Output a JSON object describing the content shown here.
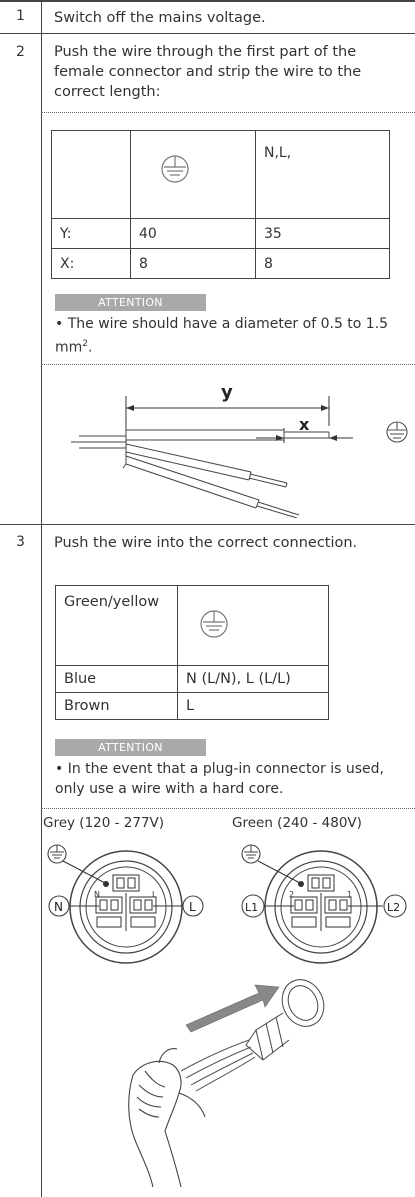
{
  "steps": [
    {
      "number": "1",
      "text": "Switch off the mains voltage."
    },
    {
      "number": "2",
      "text": "Push the wire through the first part of the female connector and strip the wire to the correct length:",
      "table": {
        "header_col3": "N,L,",
        "rows": [
          {
            "label": "Y:",
            "earth": "40",
            "nl": "35"
          },
          {
            "label": "X:",
            "earth": "8",
            "nl": "8"
          }
        ]
      },
      "attention_label": "ATTENTION",
      "attention_text": "The wire should have a diameter of 0.5 to 1.5 mm",
      "attention_sup": "2",
      "attention_end": ".",
      "diagram": {
        "y_label": "y",
        "x_label": "x"
      }
    },
    {
      "number": "3",
      "text": "Push the wire into the correct connection.",
      "table": {
        "rows": [
          {
            "color": "Green/yellow",
            "connection": ""
          },
          {
            "color": "Blue",
            "connection": "N (L/N), L (L/L)"
          },
          {
            "color": "Brown",
            "connection": "L"
          }
        ]
      },
      "attention_label": "ATTENTION",
      "attention_text": "In the event that a plug-in connector is used, only use a wire with a hard core.",
      "connectors": {
        "grey_label": "Grey (120 - 277V)",
        "green_label": "Green (240 - 480V)",
        "grey_left": "N",
        "grey_right": "L",
        "green_left": "L1",
        "green_right": "L2",
        "grey_inner_left": "N",
        "grey_inner_right": "L",
        "green_inner_left": "2",
        "green_inner_right": "1"
      }
    }
  ]
}
